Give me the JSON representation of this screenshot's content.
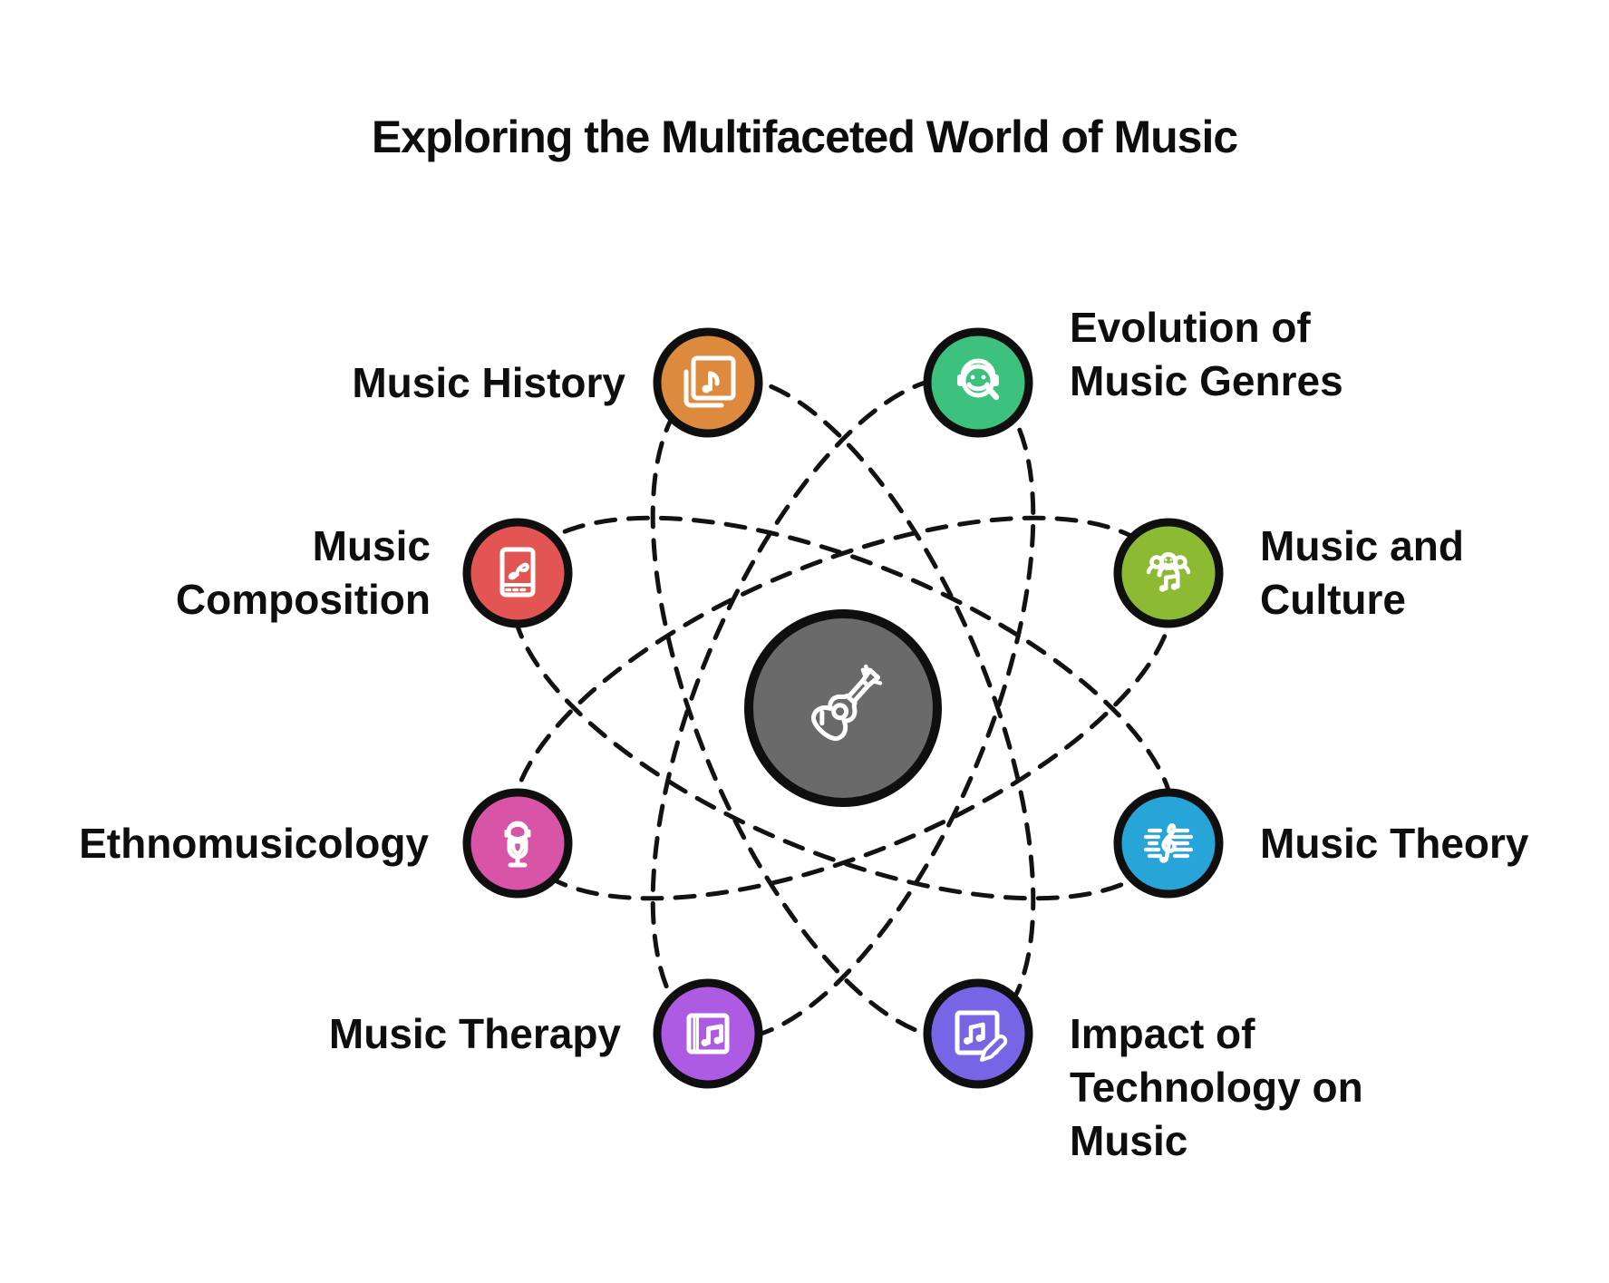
{
  "title": "Exploring the Multifaceted World of Music",
  "background_color": "#ffffff",
  "orbit": {
    "style": "dashed",
    "color": "#121212"
  },
  "center": {
    "icon": "guitar-icon",
    "color": "#6A6A6A",
    "border_color": "#0f0f0f"
  },
  "nodes": [
    {
      "label": "Music History",
      "lines": [
        "Music History"
      ],
      "color": "#DE8A3E",
      "icon": "sheet-music-stack-icon"
    },
    {
      "label": "Evolution of Music Genres",
      "lines": [
        "Evolution of",
        "Music Genres"
      ],
      "color": "#3CC17E",
      "icon": "dj-headphones-face-icon"
    },
    {
      "label": "Music Composition",
      "lines": [
        "Music",
        "Composition"
      ],
      "color": "#E25553",
      "icon": "songbook-icon"
    },
    {
      "label": "Music and Culture",
      "lines": [
        "Music and",
        "Culture"
      ],
      "color": "#8CBA32",
      "icon": "people-music-icon"
    },
    {
      "label": "Ethnomusicology",
      "lines": [
        "Ethnomusicology"
      ],
      "color": "#D754A6",
      "icon": "podcast-microphone-icon"
    },
    {
      "label": "Music Theory",
      "lines": [
        "Music Theory"
      ],
      "color": "#28A5D8",
      "icon": "treble-clef-staff-icon"
    },
    {
      "label": "Music Therapy",
      "lines": [
        "Music Therapy"
      ],
      "color": "#AC5BE2",
      "icon": "music-album-icon"
    },
    {
      "label": "Impact of Technology on Music",
      "lines": [
        "Impact of",
        "Technology on",
        "Music"
      ],
      "color": "#7765E5",
      "icon": "music-edit-pencil-icon"
    }
  ]
}
